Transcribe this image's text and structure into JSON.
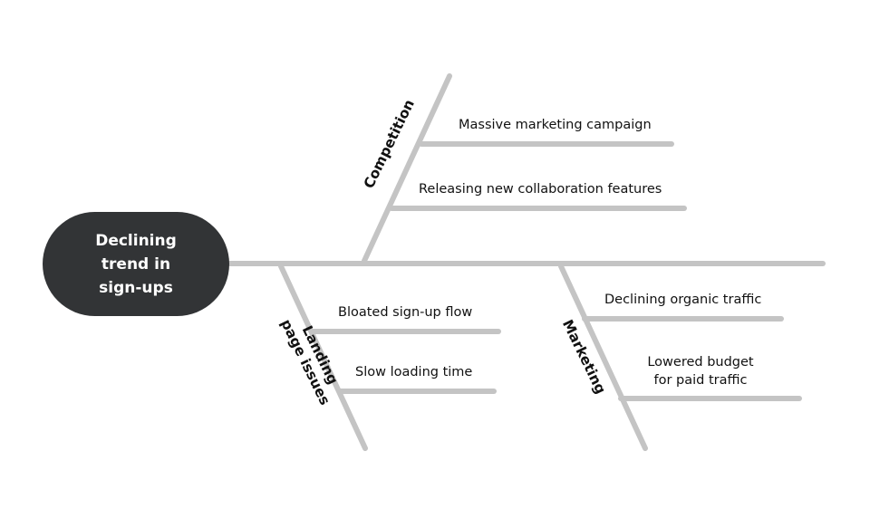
{
  "diagram": {
    "type": "fishbone",
    "head": "Declining trend in sign-ups",
    "categories": [
      {
        "name": "Competition",
        "causes": [
          "Massive marketing campaign",
          "Releasing new collaboration features"
        ]
      },
      {
        "name": "Landing page issues",
        "causes": [
          "Bloated sign-up flow",
          "Slow loading time"
        ]
      },
      {
        "name": "Marketing",
        "causes": [
          "Declining organic traffic",
          "Lowered budget for paid traffic"
        ]
      }
    ],
    "colors": {
      "head_fill": "#323436",
      "head_text": "#ffffff",
      "bone": "#c4c4c4",
      "text": "#111111"
    }
  }
}
